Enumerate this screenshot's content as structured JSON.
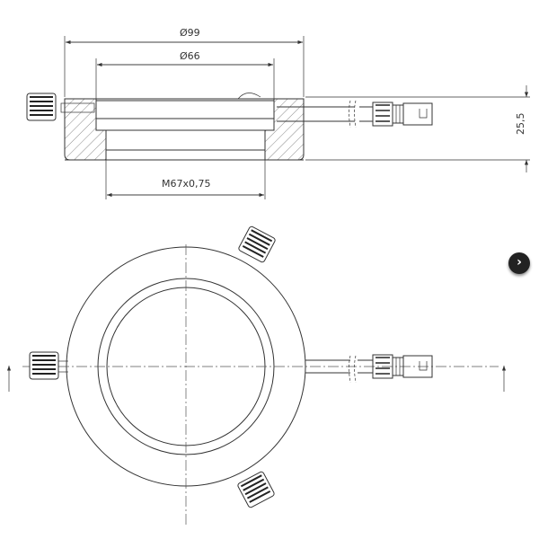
{
  "dimensions": {
    "outer_diameter": "Ø99",
    "inner_diameter": "Ø66",
    "thread": "M67x0,75",
    "height": "25,5"
  },
  "navigation": {
    "next_icon": "chevron-right-icon",
    "next_label": "›"
  }
}
